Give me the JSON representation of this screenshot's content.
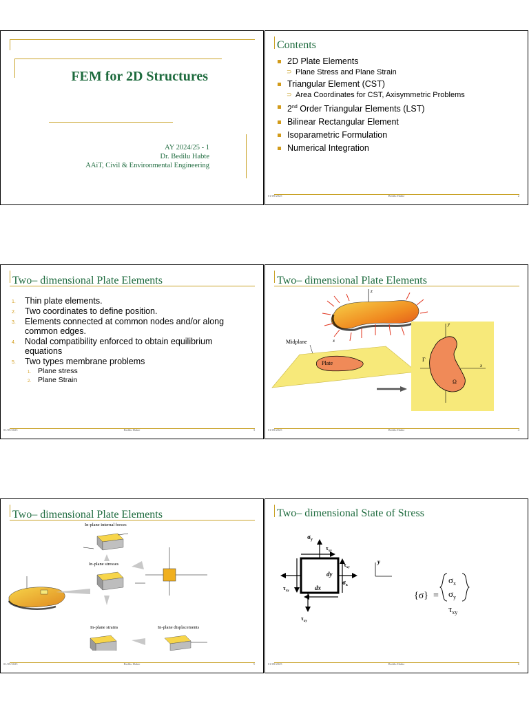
{
  "footer": {
    "date": "01/09/2025",
    "author": "Bedilu Habte"
  },
  "slide1": {
    "title": "FEM for 2D Structures",
    "year": "AY 2024/25 - 1",
    "lecturer": "Dr. Bedilu Habte",
    "dept": "AAiT, Civil & Environmental Engineering"
  },
  "slide2": {
    "title": "Contents",
    "item1": "2D Plate Elements",
    "sub1": "Plane Stress and Plane Strain",
    "item2": "Triangular Element (CST)",
    "sub2": "Area Coordinates for CST, Axisymmetric Problems",
    "item3_pre": "2",
    "item3_sup": "nd",
    "item3_post": " Order Triangular Elements (LST)",
    "item4": "Bilinear Rectangular Element",
    "item5": "Isoparametric Formulation",
    "item6": "Numerical Integration",
    "page": "2"
  },
  "slide3": {
    "title": "Two– dimensional Plate Elements",
    "n1": "1.",
    "i1": "Thin plate elements.",
    "n2": "2.",
    "i2": "Two coordinates to define position.",
    "n3": "3.",
    "i3": "Elements connected at common nodes and/or along common edges.",
    "n4": "4.",
    "i4": "Nodal compatibility enforced to obtain equilibrium equations",
    "n5": "5.",
    "i5": "Two types membrane problems",
    "s1n": "1.",
    "s1": "Plane stress",
    "s2n": "2.",
    "s2": "Plane Strain",
    "page": "3"
  },
  "slide4": {
    "title": "Two– dimensional Plate Elements",
    "midplane": "Midplane",
    "plate": "Plate",
    "z": "z",
    "x": "x",
    "y": "y",
    "gamma": "Γ",
    "omega": "Ω",
    "page": "4"
  },
  "slide5": {
    "title": "Two– dimensional Plate Elements",
    "forces": "In-plane internal forces",
    "stresses": "In-plane stresses",
    "strains": "In-plane strains",
    "disp": "In-plane displacements",
    "page": "5"
  },
  "slide6": {
    "title": "Two– dimensional State of Stress",
    "dx": "dx",
    "dy": "dy",
    "page": "6"
  }
}
